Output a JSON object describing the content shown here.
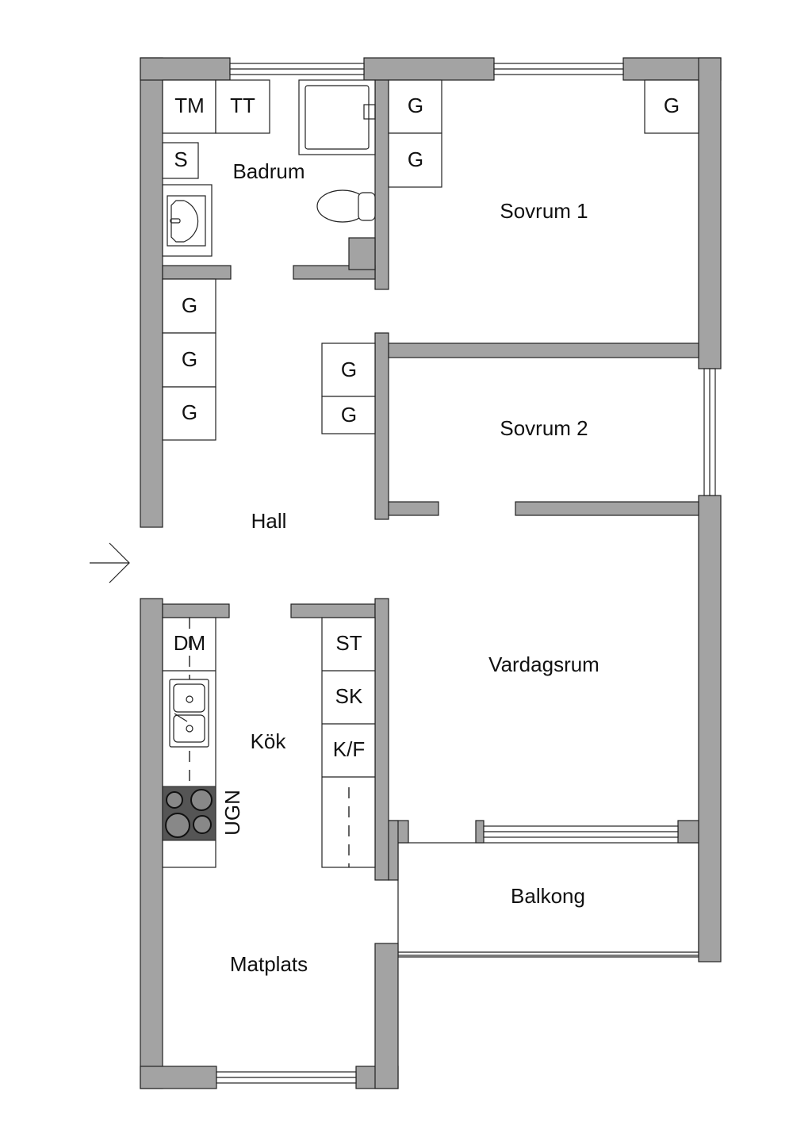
{
  "rooms": {
    "badrum": "Badrum",
    "sovrum1": "Sovrum 1",
    "sovrum2": "Sovrum 2",
    "hall": "Hall",
    "vardagsrum": "Vardagsrum",
    "kok": "Kök",
    "balkong": "Balkong",
    "matplats": "Matplats"
  },
  "fixtures": {
    "tm": "TM",
    "tt": "TT",
    "s": "S",
    "g": "G",
    "dm": "DM",
    "st": "ST",
    "sk": "SK",
    "kf": "K/F",
    "ugn": "UGN"
  },
  "colors": {
    "wall": "#a3a3a3",
    "stove": "#555555"
  }
}
